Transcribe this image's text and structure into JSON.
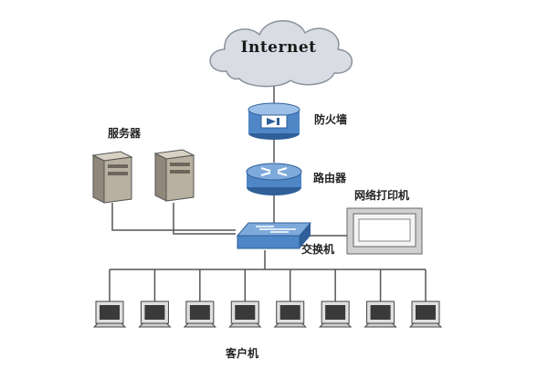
{
  "diagram": {
    "internet_label": "Internet",
    "firewall_label": "防火墙",
    "router_label": "路由器",
    "servers_label": "服务器",
    "printer_label": "网络打印机",
    "switch_label": "交换机",
    "clients_label": "客户机",
    "client_count": 8,
    "colors": {
      "device_blue": "#4f86c6",
      "device_blue_dark": "#2f5f99",
      "line": "#555555",
      "server_body": "#b8b0a0",
      "cloud_fill": "#d9dde3"
    }
  }
}
